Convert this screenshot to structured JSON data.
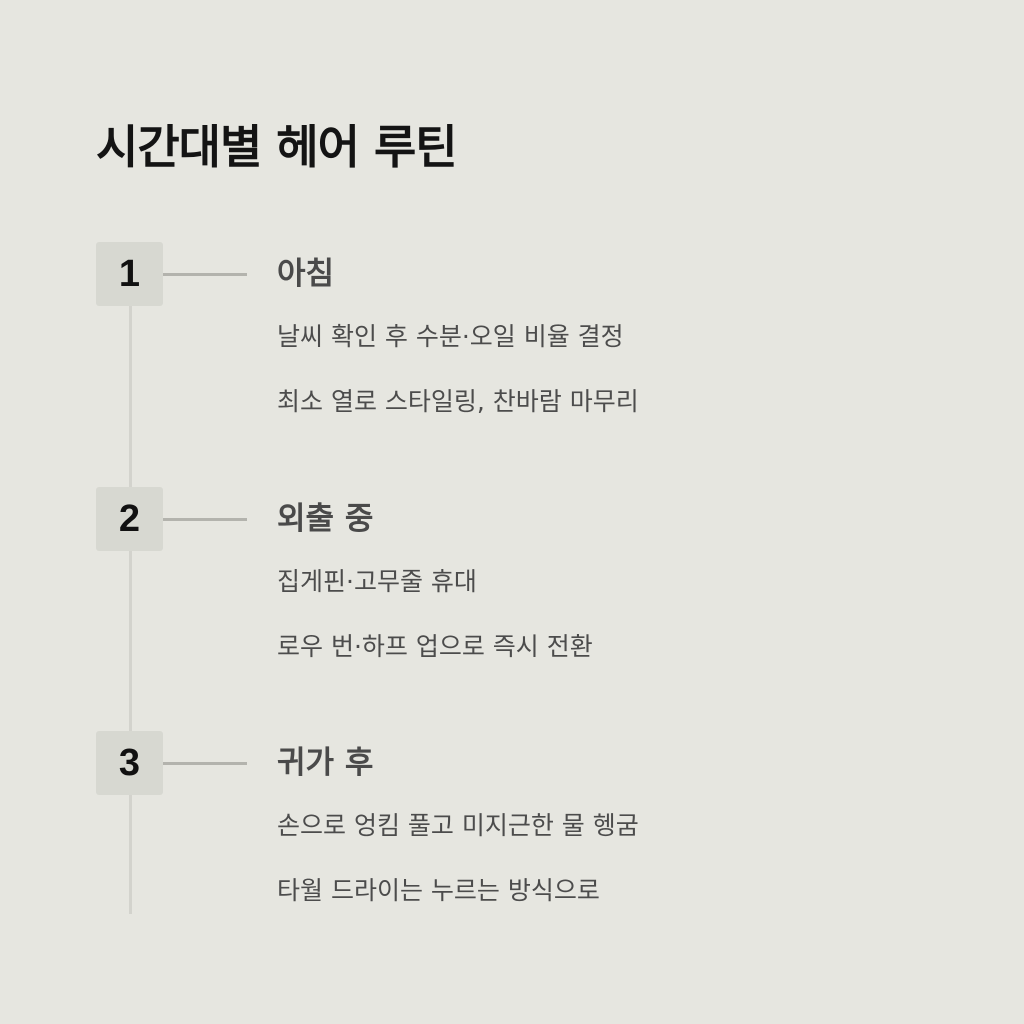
{
  "page": {
    "title": "시간대별 헤어 루틴",
    "background_color": "#e6e6e0"
  },
  "steps": [
    {
      "number": "1",
      "title": "아침",
      "items": [
        "날씨 확인 후 수분·오일 비율 결정",
        "최소 열로 스타일링, 찬바람 마무리"
      ]
    },
    {
      "number": "2",
      "title": "외출 중",
      "items": [
        "집게핀·고무줄 휴대",
        "로우 번·하프 업으로 즉시 전환"
      ]
    },
    {
      "number": "3",
      "title": "귀가 후",
      "items": [
        "손으로 엉킴 풀고 미지근한 물 헹굼",
        "타월 드라이는 누르는 방식으로"
      ]
    }
  ]
}
